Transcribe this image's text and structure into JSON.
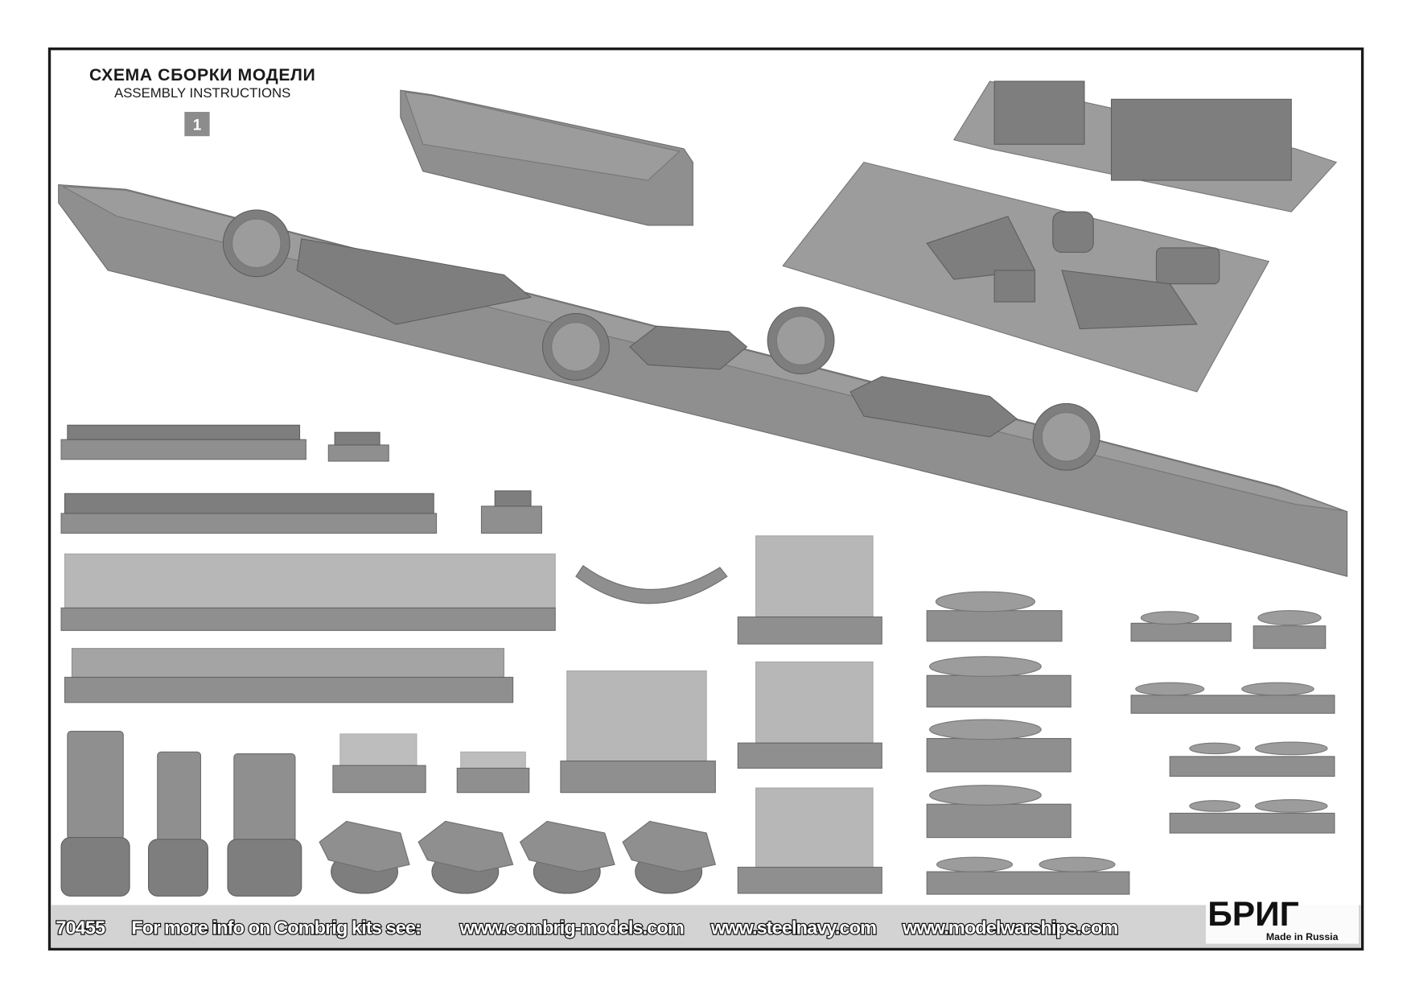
{
  "header": {
    "title_ru": "СХЕМА СБОРКИ МОДЕЛИ",
    "title_en": "ASSEMBLY INSTRUCTIONS",
    "step_number": "1"
  },
  "footer": {
    "kit_number": "70455",
    "info_text": "For more info on Combrig kits see:",
    "urls": [
      "www.combrig-models.com",
      "www.steelnavy.com",
      "www.modelwarships.com"
    ],
    "logo_text": "БРИГ",
    "made_in": "Made in Russia"
  },
  "colors": {
    "part_gray": "#8f8f8f",
    "footer_band": "#d3d3d3",
    "frame": "#1a1a1a",
    "step_badge": "#8c8c8c"
  }
}
